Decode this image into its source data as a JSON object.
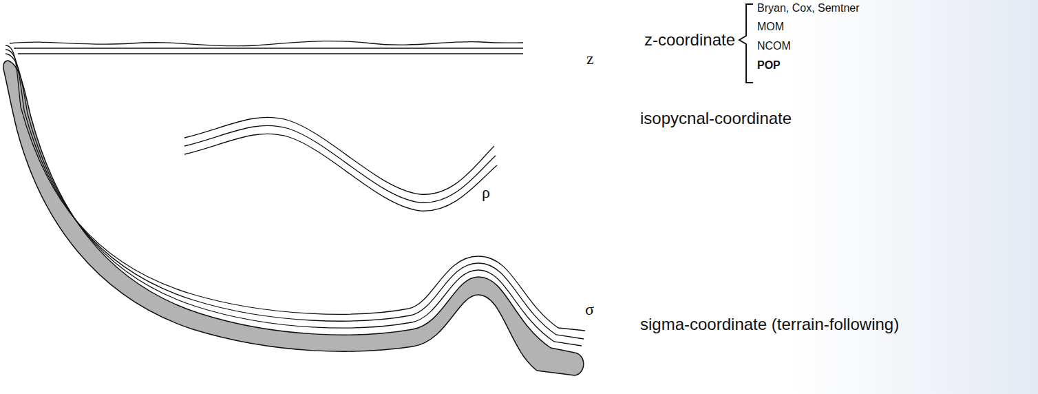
{
  "diagram": {
    "labels": [
      "z",
      "ρ",
      "σ",
      "z-coordinate",
      "Bryan, Cox, Semtner",
      "MOM",
      "NCOM",
      "POP",
      "isopycnal-coordinate",
      "sigma-coordinate (terrain-following)"
    ]
  }
}
